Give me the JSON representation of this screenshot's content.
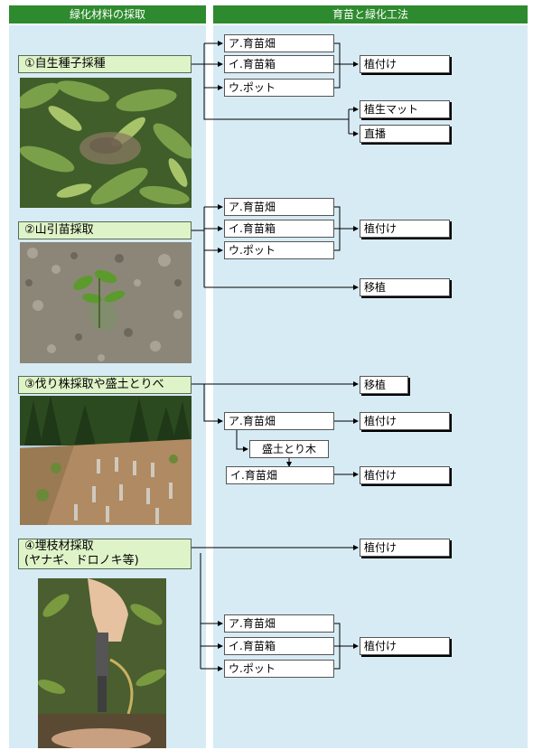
{
  "headers": {
    "left": "緑化材料の採取",
    "right": "育苗と緑化工法"
  },
  "section1": {
    "title": "①自生種子採種",
    "options": [
      "ア.育苗畑",
      "イ.育苗箱",
      "ウ.ポット"
    ],
    "method_a": "植付け",
    "method_b1": "植生マット",
    "method_b2": "直播"
  },
  "section2": {
    "title": "②山引苗採取",
    "options": [
      "ア.育苗畑",
      "イ.育苗箱",
      "ウ.ポット"
    ],
    "method_a": "植付け",
    "method_b": "移植"
  },
  "section3": {
    "title": "③伐り株採取や盛土とりべ",
    "method_direct": "移植",
    "opt_a": "ア.育苗畑",
    "method_a": "植付け",
    "intermediate": "盛土とり木",
    "opt_b": "イ.育苗畑",
    "method_b": "植付け"
  },
  "section4": {
    "title_line1": "④埋枝材採取",
    "title_line2": "(ヤナギ、ドロノキ等)",
    "method_direct": "植付け",
    "options": [
      "ア.育苗畑",
      "イ.育苗箱",
      "ウ.ポット"
    ],
    "method_a": "植付け"
  }
}
